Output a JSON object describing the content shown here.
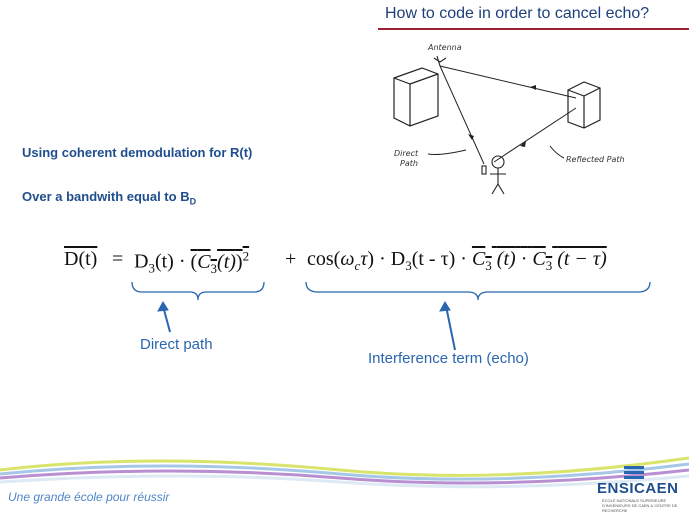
{
  "slide": {
    "title": "How to code in order to cancel echo?",
    "bullet1": "Using coherent demodulation for R(t)",
    "bullet2_prefix": "Over a bandwith equal to B",
    "bullet2_sub": "D"
  },
  "sketch": {
    "antenna_label": "Antenna",
    "direct_label_1": "Direct",
    "direct_label_2": "Path",
    "reflected_label": "Reflected Path"
  },
  "equation": {
    "lhs": "D(t)",
    "equals": "=",
    "d3": "D",
    "sub3": "3",
    "t_arg": "(t)",
    "dot": "·",
    "c": "C",
    "paren_t": "(t)",
    "sq": "2",
    "plus": "+",
    "cos": "cos(",
    "omega": "ω",
    "sub_c": "c",
    "tau": "τ",
    "close": ")",
    "t_minus_tau": "(t - τ)",
    "t_minus_tau_italic": "(t − τ)"
  },
  "callouts": {
    "direct": "Direct path",
    "interference": "Interference  term (echo)"
  },
  "footer": {
    "tagline": "Une grande école pour réussir",
    "logo": "ENSICAEN",
    "logo_sub": "ÉCOLE NATIONALE SUPÉRIEURE D'INGÉNIEURS DE CAEN & CENTRE DE RECHERCHE"
  }
}
